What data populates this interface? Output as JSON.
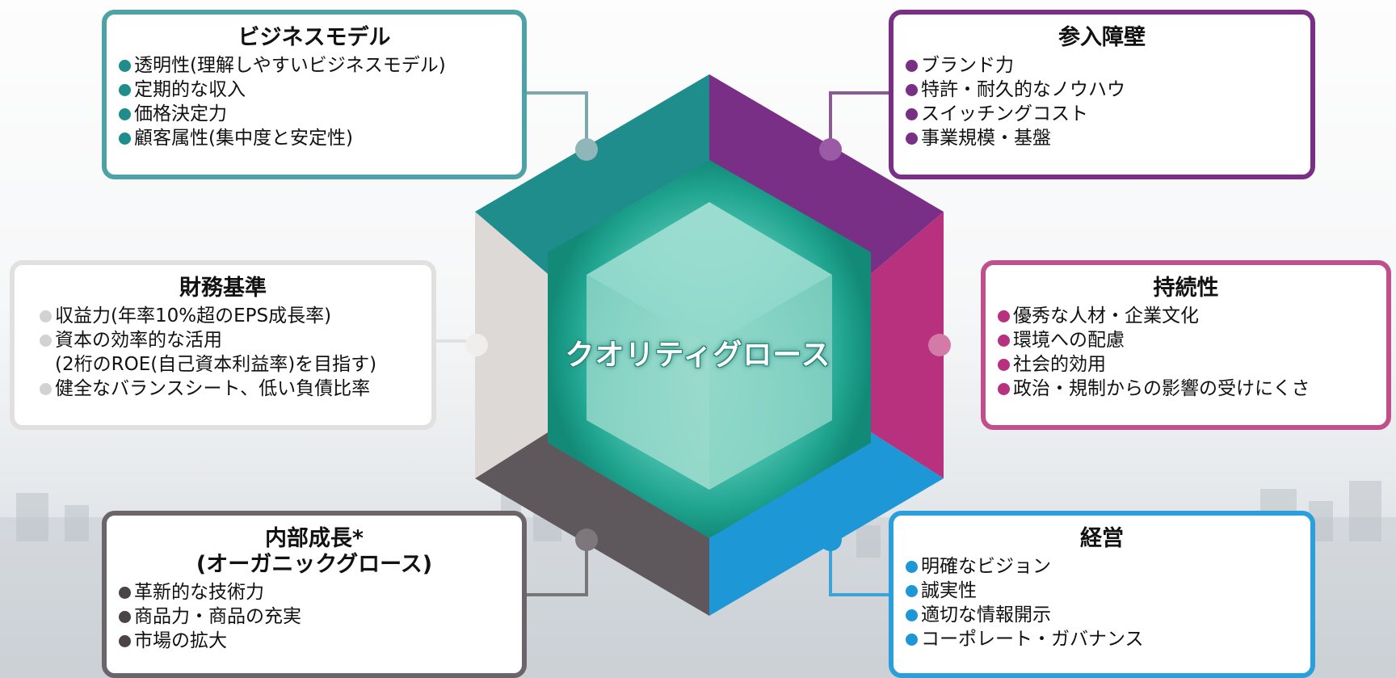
{
  "colors": {
    "teal": "#1f8d8c",
    "purple": "#7a2f86",
    "magenta": "#b7317e",
    "blue": "#1e97d6",
    "dark": "#5e585c",
    "light": "#dcdcdc",
    "center": "#36b5a4"
  },
  "center": {
    "label": "クオリティグロース"
  },
  "boxes": {
    "business_model": {
      "title": "ビジネスモデル",
      "items": [
        "透明性(理解しやすいビジネスモデル)",
        "定期的な収入",
        "価格決定力",
        "顧客属性(集中度と安定性)"
      ]
    },
    "barriers": {
      "title": "参入障壁",
      "items": [
        "ブランド力",
        "特許・耐久的なノウハウ",
        "スイッチングコスト",
        "事業規模・基盤"
      ]
    },
    "financial": {
      "title": "財務基準",
      "items": [
        "収益力(年率10%超のEPS成長率)",
        "資本の効率的な活用",
        "(2桁のROE(自己資本利益率)を目指す)",
        "健全なバランスシート、低い負債比率"
      ]
    },
    "sustainability": {
      "title": "持続性",
      "items": [
        "優秀な人材・企業文化",
        "環境への配慮",
        "社会的効用",
        "政治・規制からの影響の受けにくさ"
      ]
    },
    "organic": {
      "title": "内部成長*",
      "subtitle": "(オーガニックグロース)",
      "items": [
        "革新的な技術力",
        "商品力・商品の充実",
        "市場の拡大"
      ]
    },
    "management": {
      "title": "経営",
      "items": [
        "明確なビジョン",
        "誠実性",
        "適切な情報開示",
        "コーポレート・ガバナンス"
      ]
    }
  }
}
